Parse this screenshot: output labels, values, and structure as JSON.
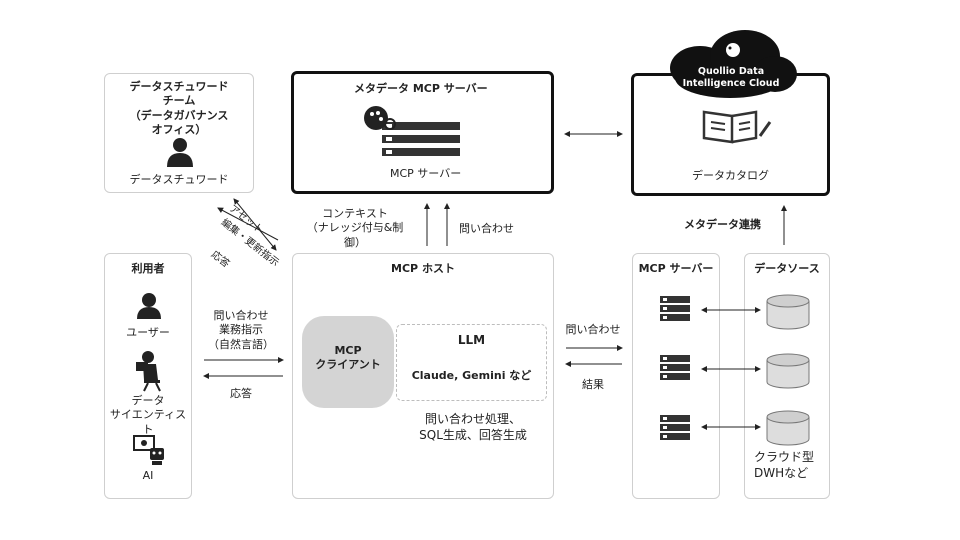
{
  "steward_box": {
    "title": "データスチュワード\nチーム\n（データガバナンス\nオフィス）",
    "role_label": "データスチュワード"
  },
  "mcp_server_box": {
    "title": "メタデータ MCP サーバー",
    "label": "MCP サーバー"
  },
  "quollio_box": {
    "cloud_label": "Quollio Data\nIntelligence Cloud",
    "catalog_label": "データカタログ"
  },
  "users_box": {
    "title": "利用者",
    "user_label": "ユーザー",
    "scientist_label": "データ\nサイエンティスト",
    "ai_label": "AI"
  },
  "host_box": {
    "title": "MCP ホスト",
    "client_label": "MCP\nクライアント",
    "llm_title": "LLM",
    "llm_models": "Claude, Gemini など",
    "processing": "問い合わせ処理、\nSQL生成、回答生成"
  },
  "right_server_box": {
    "title": "MCP サーバー"
  },
  "datasource_box": {
    "title": "データソース",
    "cloud_dwh": "クラウド型\nDWHなど"
  },
  "arrows": {
    "steward_asset": "アセット",
    "steward_edit": "編集・更新指示",
    "steward_response": "応答",
    "context": "コンテキスト\n（ナレッジ付与&制御）",
    "query_up": "問い合わせ",
    "user_query": "問い合わせ\n業務指示\n（自然言語）",
    "user_response": "応答",
    "host_query": "問い合わせ",
    "host_result": "結果",
    "metadata_link": "メタデータ連携"
  }
}
